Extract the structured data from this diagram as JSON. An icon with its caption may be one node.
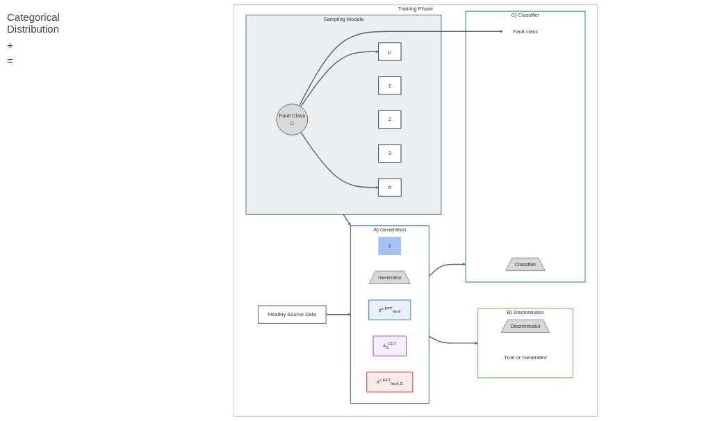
{
  "diagram": {
    "nodes": [
      {
        "text": [
          "Training Phase"
        ]
      },
      {
        "text": [
          "Sampling Module"
        ],
        "in": 0
      },
      {
        "text": [
          "Fault Class",
          "C"
        ],
        "in": 1
      },
      {
        "text": [
          "μ"
        ],
        "in": 1
      },
      {
        "text": [
          "σ"
        ],
        "in": 1
      },
      {
        "text": [
          "1"
        ],
        "in": 1
      },
      {
        "text": [
          "2"
        ],
        "in": 1
      },
      {
        "text": [
          "3"
        ],
        "in": 1
      },
      {
        "text": [
          "A) Generation"
        ],
        "in": 0
      },
      {
        "text": [
          "z"
        ],
        "in": 8
      },
      {
        "text": [
          "Generator"
        ],
        "in": 8
      },
      {
        "text": [
          "x$^{c,FFT}$$_{fault}$"
        ],
        "in": 8
      },
      {
        "text": [
          "x$_{S}$$^{FFT}$"
        ],
        "in": 8
      },
      {
        "text": [
          "x$^{c,FFT}$$_{fault,S}$"
        ],
        "in": 8
      },
      {
        "text": [
          "C) Classifier"
        ],
        "in": 0
      },
      {
        "text": [
          "Classifier"
        ],
        "in": 14
      },
      {
        "text": [
          "Fault class"
        ],
        "in": 14
      },
      {
        "text": [
          "B) Discriminator"
        ],
        "in": 0
      },
      {
        "text": [
          "Discriminator"
        ],
        "in": 17
      },
      {
        "text": [
          "True or Generated"
        ],
        "in": 17
      },
      {
        "text": [
          "Healthy Source Data"
        ],
        "in": 0
      }
    ],
    "edges": [
      {
        "from": 2,
        "to": 16,
        "arrow": "to"
      },
      {
        "from": 2,
        "to": 3,
        "arrow": "to"
      },
      {
        "from": 2,
        "to": 4,
        "arrow": "to"
      },
      {
        "from": 1,
        "to": 8,
        "arrow": "to"
      },
      {
        "from": 8,
        "to": 14,
        "arrow": "to"
      },
      {
        "from": 8,
        "to": 17,
        "arrow": "to"
      },
      {
        "from": 20,
        "to": 8,
        "arrow": "to"
      }
    ],
    "labels": [
      "Categorical Distribution",
      "+",
      "="
    ]
  }
}
